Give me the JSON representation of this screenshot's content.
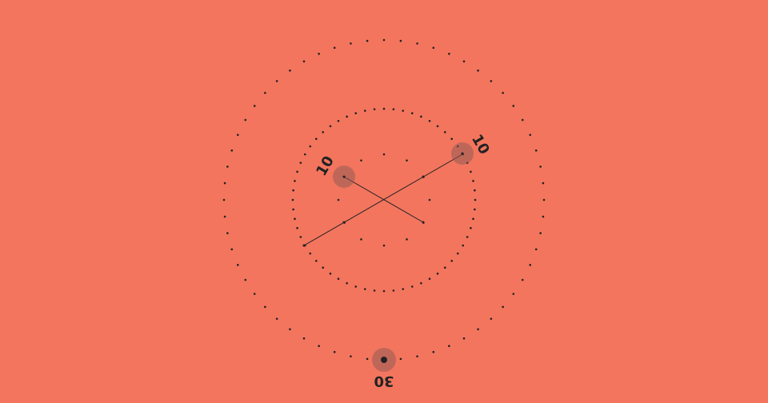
{
  "colors": {
    "background": "#f3755e",
    "ink": "#222222",
    "handle": "#8a5a52"
  },
  "dials": {
    "outer_label": "30",
    "inner_left_label": "10",
    "inner_right_label": "10"
  }
}
